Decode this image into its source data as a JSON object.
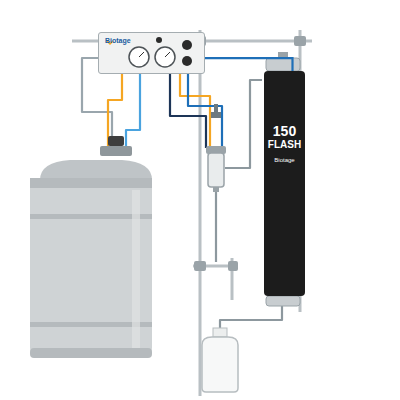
{
  "diagram": {
    "nodes": [
      {
        "text": [
          "Biotage"
        ]
      },
      {
        "text": [
          "150 FLASH",
          "Biotage"
        ]
      }
    ],
    "edges": [
      {
        "from": 0,
        "to": 1,
        "arrow": "none"
      }
    ]
  }
}
